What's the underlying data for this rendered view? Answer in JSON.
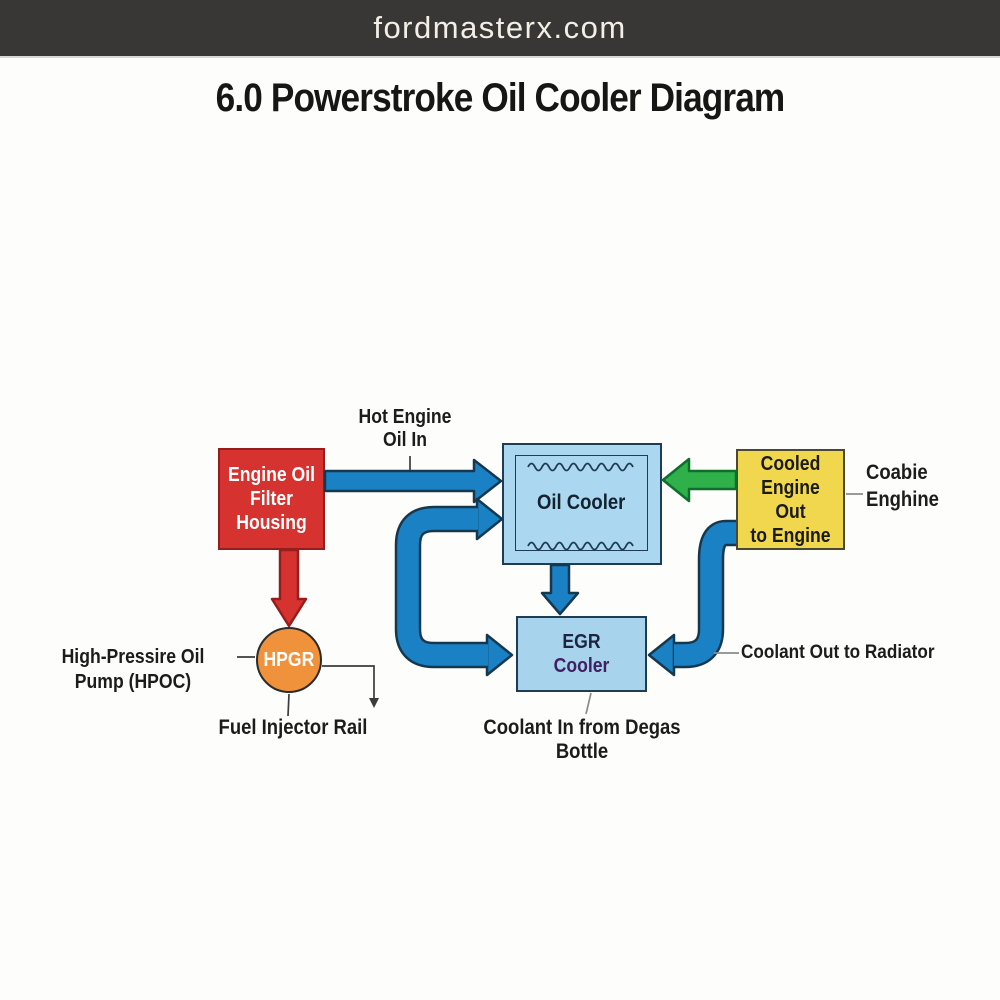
{
  "header": {
    "site": "fordmasterx.com"
  },
  "title": "6.0 Powerstroke Oil Cooler Diagram",
  "nodes": {
    "filter_housing": {
      "lines": [
        "Engine Oil",
        "Filter",
        "Housing"
      ]
    },
    "oil_cooler": {
      "label": "Oil Cooler"
    },
    "cooled_engine_out": {
      "lines": [
        "Cooled",
        "Engine Out",
        "to Engine"
      ]
    },
    "egr_cooler": {
      "lines": [
        "EGR",
        "Cooler"
      ]
    },
    "hpgr": {
      "label": "HPGR"
    }
  },
  "labels": {
    "hot_oil_in": {
      "lines": [
        "Hot Engine",
        "Oil In"
      ]
    },
    "hpop": {
      "lines": [
        "High-Pressire Oil Pump",
        "(HPOC)"
      ]
    },
    "fuel_injector_rail": {
      "text": "Fuel Injector Rail"
    },
    "coolant_in": {
      "text": "Coolant In from Degas Bottle"
    },
    "coolant_out": {
      "lines": [
        "Coolant Out to",
        "Radiator"
      ]
    },
    "coabie": {
      "lines": [
        "Coabie",
        "Enghine"
      ]
    }
  },
  "colors": {
    "top_bar_bg": "#393736",
    "top_bar_text": "#f3efe7",
    "title_text": "#161616",
    "red_box": "#d63230",
    "red_border": "#951e1c",
    "pipe_blue": "#1b81c5",
    "pipe_outline": "#16384f",
    "cooler_box": "#abd8f0",
    "egr_box": "#a8d3ed",
    "box_outline": "#1e3c54",
    "yellow_box": "#f1d74d",
    "yellow_outline": "#4c4731",
    "green_arrow": "#2fb04b",
    "green_outline": "#0d6f2a",
    "orange_circle": "#f0913c",
    "orange_outline": "#2b2b2b",
    "egr_text": "#1d2440",
    "egr_cooler_text": "#3f2060",
    "oil_cooler_text": "#13222f",
    "label_text": "#1c1c1c",
    "thin_line": "#3c3c3c",
    "gray_line": "#8c8c8c",
    "page_bg": "#fdfdfb"
  }
}
